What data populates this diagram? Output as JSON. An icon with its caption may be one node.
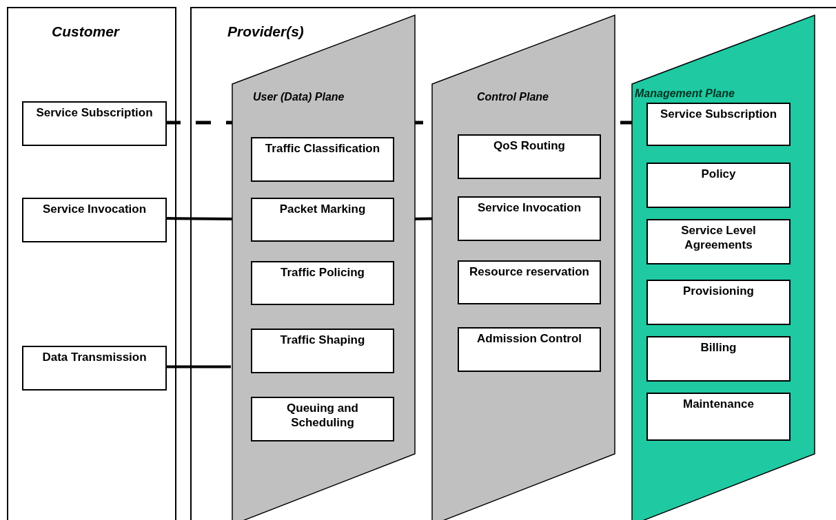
{
  "diagram": {
    "nodes": [
      {
        "text": [
          "Customer"
        ]
      },
      {
        "text": [
          "Service Subscription"
        ],
        "in": 0
      },
      {
        "text": [
          "Service Invocation"
        ],
        "in": 0
      },
      {
        "text": [
          "Data Transmission"
        ],
        "in": 0
      },
      {
        "text": [
          "Provider(s)"
        ]
      },
      {
        "text": [
          "User (Data) Plane"
        ],
        "in": 4
      },
      {
        "text": [
          "Traffic Classification"
        ],
        "in": 5
      },
      {
        "text": [
          "Packet Marking"
        ],
        "in": 5
      },
      {
        "text": [
          "Traffic Policing"
        ],
        "in": 5
      },
      {
        "text": [
          "Traffic Shaping"
        ],
        "in": 5
      },
      {
        "text": [
          "Queuing and Scheduling"
        ],
        "in": 5
      },
      {
        "text": [
          "Control Plane"
        ],
        "in": 4
      },
      {
        "text": [
          "QoS Routing"
        ],
        "in": 11
      },
      {
        "text": [
          "Service Invocation"
        ],
        "in": 11
      },
      {
        "text": [
          "Resource reservation"
        ],
        "in": 11
      },
      {
        "text": [
          "Admission Control"
        ],
        "in": 11
      },
      {
        "text": [
          "Management Plane"
        ],
        "in": 4
      },
      {
        "text": [
          "Service Subscription"
        ],
        "in": 16
      },
      {
        "text": [
          "Policy"
        ],
        "in": 16
      },
      {
        "text": [
          "Service Level Agreements"
        ],
        "in": 16
      },
      {
        "text": [
          "Provisioning"
        ],
        "in": 16
      },
      {
        "text": [
          "Billing"
        ],
        "in": 16
      },
      {
        "text": [
          "Maintenance"
        ],
        "in": 16
      }
    ],
    "edges": [
      {
        "from": 1,
        "to": 17,
        "arrow": "none",
        "style": "dashed"
      },
      {
        "from": 2,
        "to": 13,
        "arrow": "none"
      },
      {
        "from": 3,
        "to": 5,
        "arrow": "none"
      }
    ]
  }
}
